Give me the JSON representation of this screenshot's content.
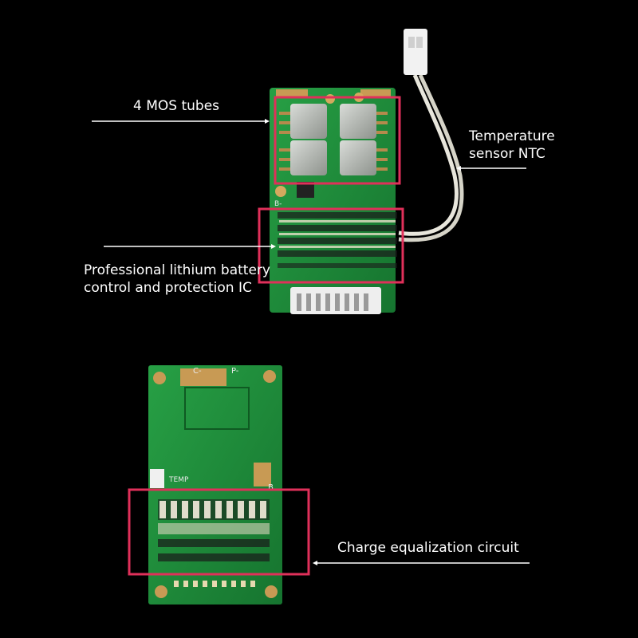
{
  "annotations": {
    "mos_tubes": "4 MOS tubes",
    "temperature_sensor": {
      "line1": "Temperature",
      "line2": "sensor NTC"
    },
    "protection_ic": {
      "line1": "Professional lithium battery",
      "line2": "control and protection IC"
    },
    "equalization": "Charge equalization circuit"
  },
  "board_markings": {
    "b_minus": "B-",
    "c_minus": "C-",
    "p_minus": "P-",
    "temp": "TEMP",
    "b_plus": "B"
  },
  "colors": {
    "background": "#000000",
    "pcb": "#1f8a3a",
    "highlight_box": "#e0305a",
    "pointer_line": "#ffffff",
    "sensor_wire": "#e8e6dc"
  }
}
